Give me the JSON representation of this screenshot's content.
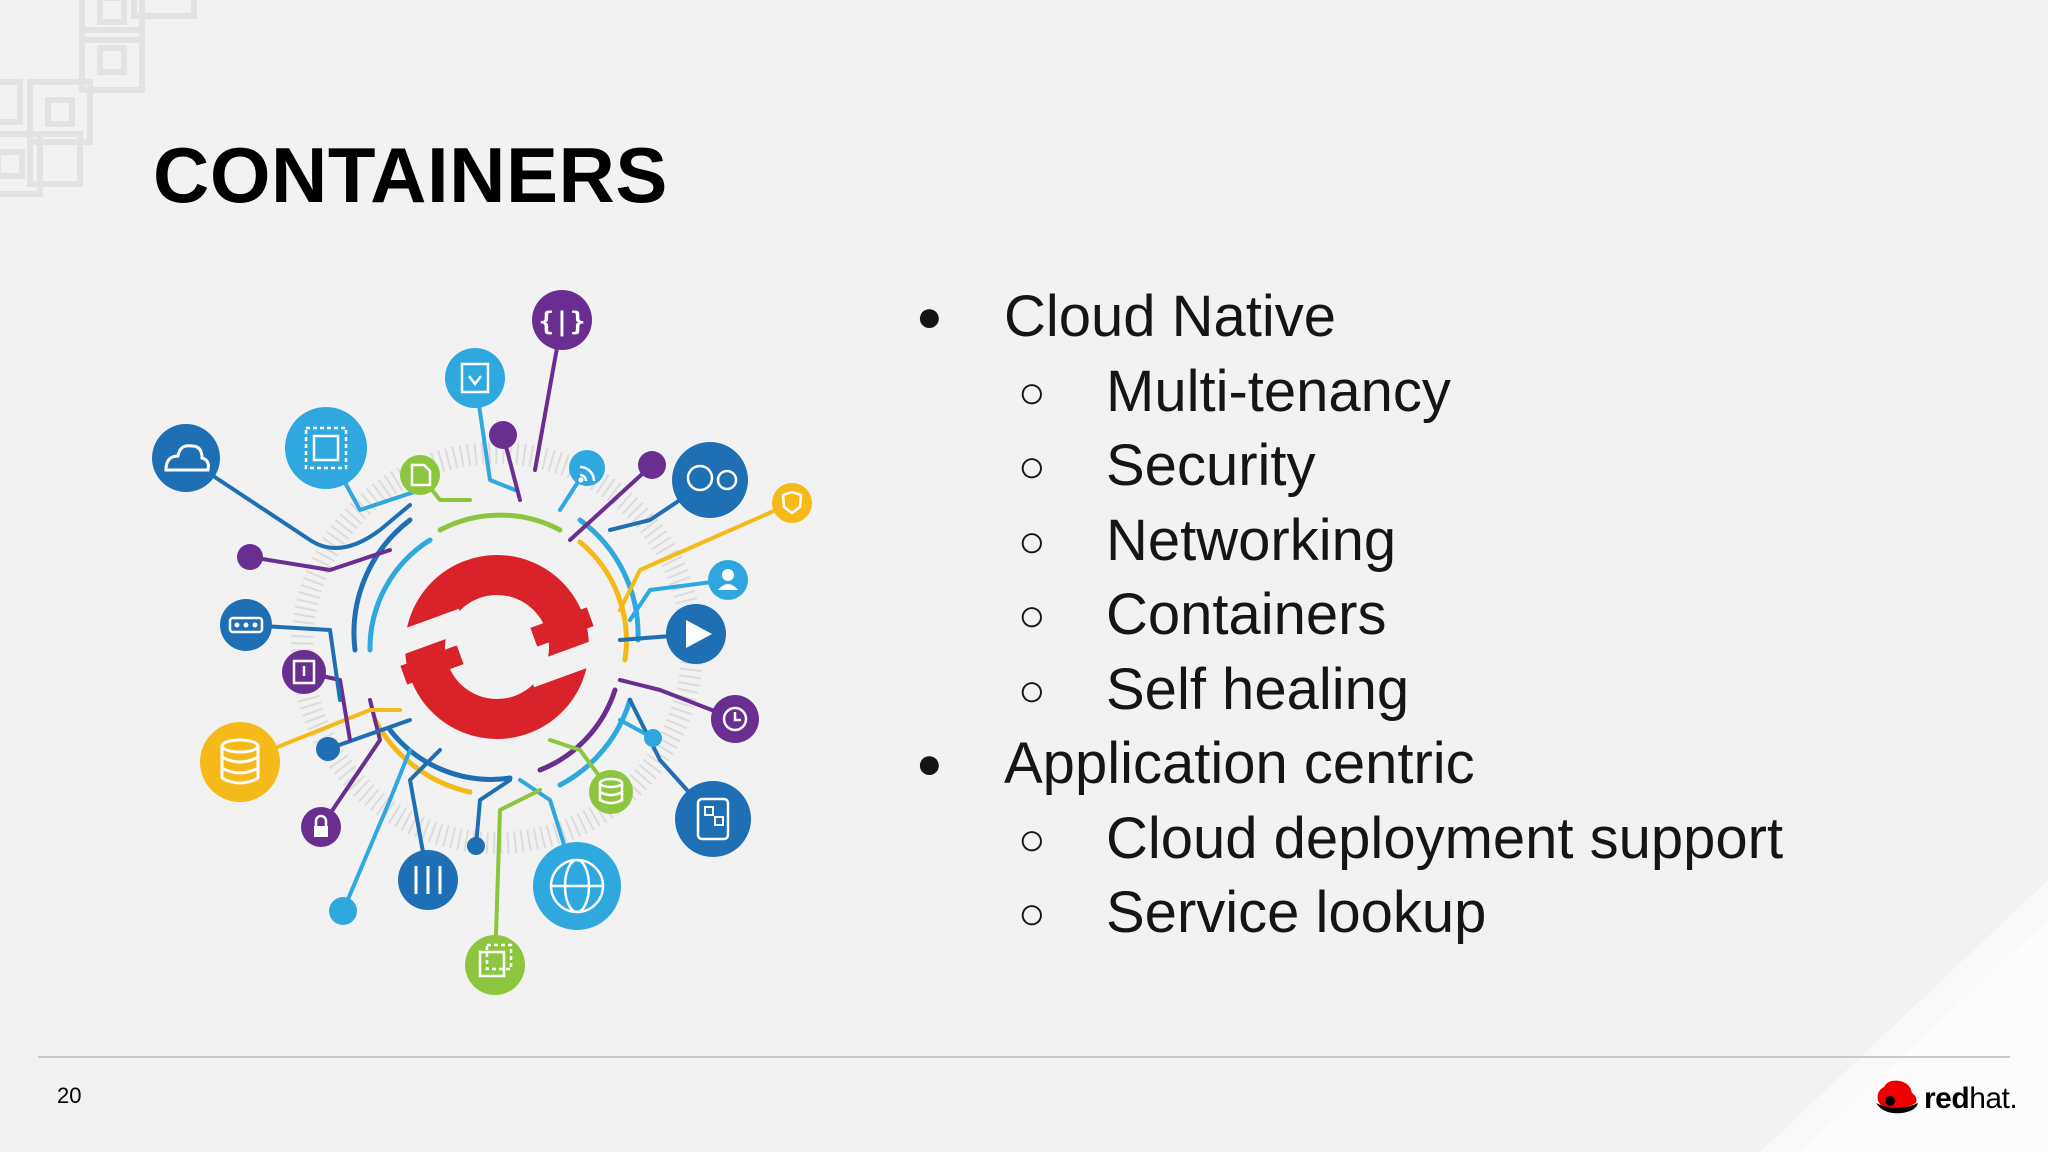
{
  "slide": {
    "title": "CONTAINERS",
    "page_number": "20",
    "bullets": [
      {
        "level": 1,
        "marker": "●",
        "text": "Cloud Native"
      },
      {
        "level": 2,
        "marker": "○",
        "text": "Multi-tenancy"
      },
      {
        "level": 2,
        "marker": "○",
        "text": "Security"
      },
      {
        "level": 2,
        "marker": "○",
        "text": "Networking"
      },
      {
        "level": 2,
        "marker": "○",
        "text": "Containers"
      },
      {
        "level": 2,
        "marker": "○",
        "text": "Self healing"
      },
      {
        "level": 1,
        "marker": "●",
        "text": "Application centric"
      },
      {
        "level": 2,
        "marker": "○",
        "text": "Cloud deployment support"
      },
      {
        "level": 2,
        "marker": "○",
        "text": "Service lookup"
      }
    ],
    "logo": {
      "bold": "red",
      "light": "hat."
    }
  },
  "colors": {
    "background": "#f2f2f2",
    "red": "#d9222a",
    "blue": "#1e6fb3",
    "cyan": "#2ea8df",
    "purple": "#6a2e91",
    "green": "#8cc63f",
    "yellow": "#f6b91a"
  },
  "icons": [
    "cloud-icon",
    "code-icon",
    "document-icon",
    "rss-icon",
    "network-icon",
    "shield-icon",
    "user-icon",
    "play-icon",
    "clock-icon",
    "mobile-icon",
    "globe-icon",
    "layers-icon",
    "tools-icon",
    "lock-icon",
    "database-icon",
    "server-icon",
    "download-icon",
    "cube-icon",
    "openshift-logo-icon",
    "redhat-hat-icon"
  ]
}
